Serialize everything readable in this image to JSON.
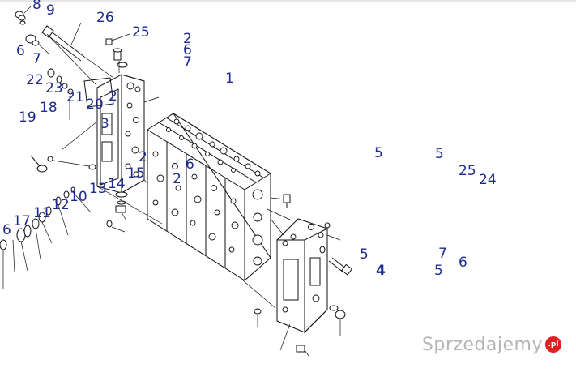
{
  "callouts": [
    {
      "id": "c8",
      "label": "8"
    },
    {
      "id": "c9",
      "label": "9"
    },
    {
      "id": "c26",
      "label": "26"
    },
    {
      "id": "c25a",
      "label": "25"
    },
    {
      "id": "c2a",
      "label": "2"
    },
    {
      "id": "c6a",
      "label": "6"
    },
    {
      "id": "c7a",
      "label": "7"
    },
    {
      "id": "c1",
      "label": "1"
    },
    {
      "id": "c6b",
      "label": "6"
    },
    {
      "id": "c7b",
      "label": "7"
    },
    {
      "id": "c22",
      "label": "22"
    },
    {
      "id": "c23",
      "label": "23"
    },
    {
      "id": "c21",
      "label": "21"
    },
    {
      "id": "c20",
      "label": "20"
    },
    {
      "id": "c2b",
      "label": "2"
    },
    {
      "id": "c18",
      "label": "18"
    },
    {
      "id": "c19",
      "label": "19"
    },
    {
      "id": "c3",
      "label": "3"
    },
    {
      "id": "c2c",
      "label": "2"
    },
    {
      "id": "c6c",
      "label": "6"
    },
    {
      "id": "c15",
      "label": "15"
    },
    {
      "id": "c2d",
      "label": "2"
    },
    {
      "id": "c14",
      "label": "14"
    },
    {
      "id": "c13",
      "label": "13"
    },
    {
      "id": "c10",
      "label": "10"
    },
    {
      "id": "c12",
      "label": "12"
    },
    {
      "id": "c11",
      "label": "11"
    },
    {
      "id": "c17",
      "label": "17"
    },
    {
      "id": "c6d",
      "label": "6"
    },
    {
      "id": "c5a",
      "label": "5"
    },
    {
      "id": "c5b",
      "label": "5"
    },
    {
      "id": "c25b",
      "label": "25"
    },
    {
      "id": "c24",
      "label": "24"
    },
    {
      "id": "c5c",
      "label": "5"
    },
    {
      "id": "c4",
      "label": "4"
    },
    {
      "id": "c7c",
      "label": "7"
    },
    {
      "id": "c6e",
      "label": "6"
    },
    {
      "id": "c5d",
      "label": "5"
    }
  ],
  "watermark": {
    "text": "Sprzedajemy",
    "badge": ".pl"
  }
}
